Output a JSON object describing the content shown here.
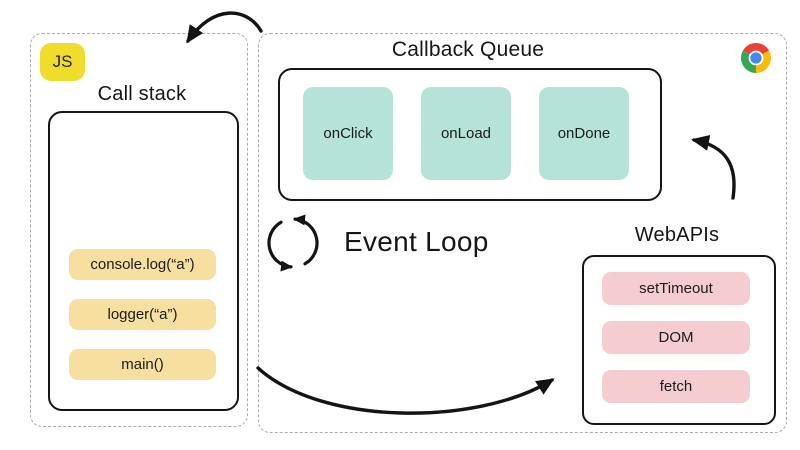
{
  "diagram": {
    "js_badge": {
      "label": "JS",
      "color": "#f0dd2b"
    },
    "call_stack": {
      "title": "Call stack",
      "items": [
        "console.log(“a”)",
        "logger(“a”)",
        "main()"
      ],
      "item_color": "#f6df9f"
    },
    "callback_queue": {
      "title": "Callback Queue",
      "items": [
        "onClick",
        "onLoad",
        "onDone"
      ],
      "item_color": "#b5e3d8"
    },
    "web_apis": {
      "title": "WebAPIs",
      "items": [
        "setTimeout",
        "DOM",
        "fetch"
      ],
      "item_color": "#f5cdd0"
    },
    "event_loop": {
      "label": "Event Loop"
    },
    "icons": {
      "chrome": "chrome-browser-logo",
      "loop": "circular-loop-arrows"
    },
    "colors": {
      "outline": "#151515",
      "dashed_border": "#ababab",
      "chrome_red": "#e94335",
      "chrome_yellow": "#fbbc04",
      "chrome_green": "#34a853",
      "chrome_blue": "#4285f4"
    }
  }
}
